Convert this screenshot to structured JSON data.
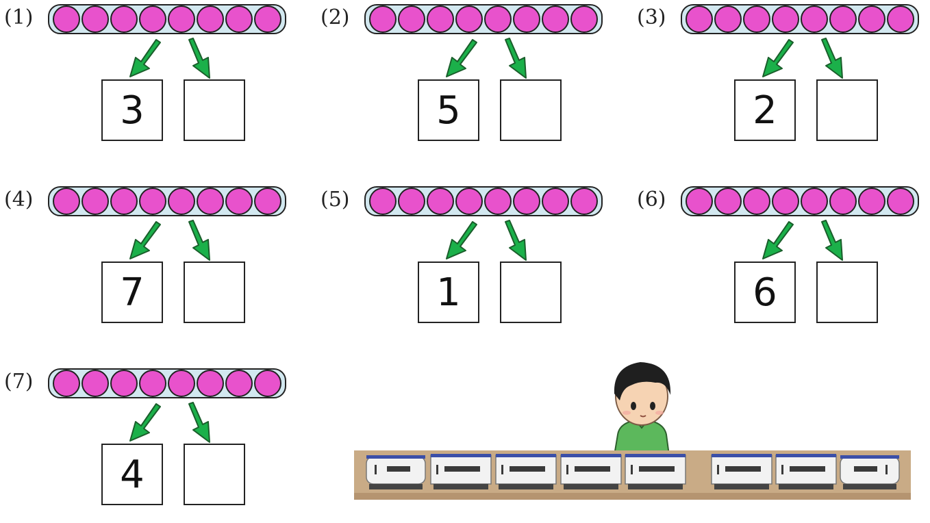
{
  "problems": [
    {
      "label": "(1)",
      "given": "3",
      "answer": ""
    },
    {
      "label": "(2)",
      "given": "5",
      "answer": ""
    },
    {
      "label": "(3)",
      "given": "2",
      "answer": ""
    },
    {
      "label": "(4)",
      "given": "7",
      "answer": ""
    },
    {
      "label": "(5)",
      "given": "1",
      "answer": ""
    },
    {
      "label": "(6)",
      "given": "6",
      "answer": ""
    },
    {
      "label": "(7)",
      "given": "4",
      "answer": ""
    }
  ],
  "beads_per_tray": 8,
  "colors": {
    "bead": "#e852cc",
    "tray": "#d2e8f0",
    "arrow": "#1bb04a",
    "outline": "#222222",
    "shirt": "#5cb85c",
    "table": "#c9ab86"
  },
  "illustration": {
    "subject": "boy looking at toy train cars on a table",
    "train_cars": 8
  }
}
